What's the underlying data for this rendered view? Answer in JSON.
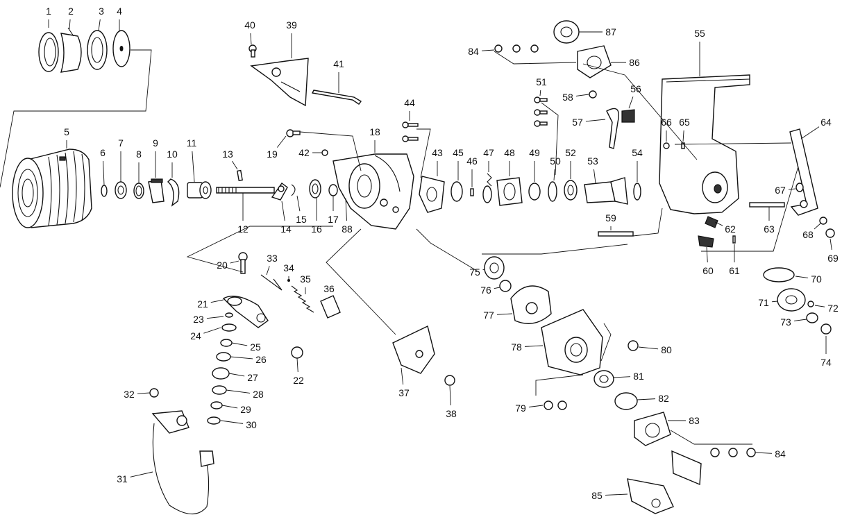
{
  "diagram": {
    "colors": {
      "ink": "#111111",
      "paper": "#ffffff"
    },
    "callouts": [
      {
        "id": "1",
        "label": "1"
      },
      {
        "id": "2",
        "label": "2"
      },
      {
        "id": "3",
        "label": "3"
      },
      {
        "id": "4",
        "label": "4"
      },
      {
        "id": "5",
        "label": "5"
      },
      {
        "id": "6",
        "label": "6"
      },
      {
        "id": "7",
        "label": "7"
      },
      {
        "id": "8",
        "label": "8"
      },
      {
        "id": "9",
        "label": "9"
      },
      {
        "id": "10",
        "label": "10"
      },
      {
        "id": "11",
        "label": "11"
      },
      {
        "id": "12",
        "label": "12"
      },
      {
        "id": "13",
        "label": "13"
      },
      {
        "id": "14",
        "label": "14"
      },
      {
        "id": "15",
        "label": "15"
      },
      {
        "id": "16",
        "label": "16"
      },
      {
        "id": "17",
        "label": "17"
      },
      {
        "id": "18",
        "label": "18"
      },
      {
        "id": "19",
        "label": "19"
      },
      {
        "id": "20",
        "label": "20"
      },
      {
        "id": "21",
        "label": "21"
      },
      {
        "id": "22",
        "label": "22"
      },
      {
        "id": "23",
        "label": "23"
      },
      {
        "id": "24",
        "label": "24"
      },
      {
        "id": "25",
        "label": "25"
      },
      {
        "id": "26",
        "label": "26"
      },
      {
        "id": "27",
        "label": "27"
      },
      {
        "id": "28",
        "label": "28"
      },
      {
        "id": "29",
        "label": "29"
      },
      {
        "id": "30",
        "label": "30"
      },
      {
        "id": "31",
        "label": "31"
      },
      {
        "id": "32",
        "label": "32"
      },
      {
        "id": "33",
        "label": "33"
      },
      {
        "id": "34",
        "label": "34"
      },
      {
        "id": "35",
        "label": "35"
      },
      {
        "id": "36",
        "label": "36"
      },
      {
        "id": "37",
        "label": "37"
      },
      {
        "id": "38",
        "label": "38"
      },
      {
        "id": "39",
        "label": "39"
      },
      {
        "id": "40",
        "label": "40"
      },
      {
        "id": "41",
        "label": "41"
      },
      {
        "id": "42",
        "label": "42"
      },
      {
        "id": "43",
        "label": "43"
      },
      {
        "id": "44",
        "label": "44"
      },
      {
        "id": "45",
        "label": "45"
      },
      {
        "id": "46",
        "label": "46"
      },
      {
        "id": "47",
        "label": "47"
      },
      {
        "id": "48",
        "label": "48"
      },
      {
        "id": "49",
        "label": "49"
      },
      {
        "id": "50",
        "label": "50"
      },
      {
        "id": "51",
        "label": "51"
      },
      {
        "id": "52",
        "label": "52"
      },
      {
        "id": "53",
        "label": "53"
      },
      {
        "id": "54",
        "label": "54"
      },
      {
        "id": "55",
        "label": "55"
      },
      {
        "id": "56",
        "label": "56"
      },
      {
        "id": "57",
        "label": "57"
      },
      {
        "id": "58",
        "label": "58"
      },
      {
        "id": "59",
        "label": "59"
      },
      {
        "id": "60",
        "label": "60"
      },
      {
        "id": "61",
        "label": "61"
      },
      {
        "id": "62",
        "label": "62"
      },
      {
        "id": "63",
        "label": "63"
      },
      {
        "id": "64",
        "label": "64"
      },
      {
        "id": "65",
        "label": "65"
      },
      {
        "id": "66",
        "label": "66"
      },
      {
        "id": "67",
        "label": "67"
      },
      {
        "id": "68",
        "label": "68"
      },
      {
        "id": "69",
        "label": "69"
      },
      {
        "id": "70",
        "label": "70"
      },
      {
        "id": "71",
        "label": "71"
      },
      {
        "id": "72",
        "label": "72"
      },
      {
        "id": "73",
        "label": "73"
      },
      {
        "id": "74",
        "label": "74"
      },
      {
        "id": "75",
        "label": "75"
      },
      {
        "id": "76",
        "label": "76"
      },
      {
        "id": "77",
        "label": "77"
      },
      {
        "id": "78",
        "label": "78"
      },
      {
        "id": "79",
        "label": "79"
      },
      {
        "id": "80",
        "label": "80"
      },
      {
        "id": "81",
        "label": "81"
      },
      {
        "id": "82",
        "label": "82"
      },
      {
        "id": "83",
        "label": "83"
      },
      {
        "id": "84a",
        "label": "84"
      },
      {
        "id": "84b",
        "label": "84"
      },
      {
        "id": "85",
        "label": "85"
      },
      {
        "id": "86",
        "label": "86"
      },
      {
        "id": "87",
        "label": "87"
      },
      {
        "id": "88",
        "label": "88"
      }
    ]
  }
}
